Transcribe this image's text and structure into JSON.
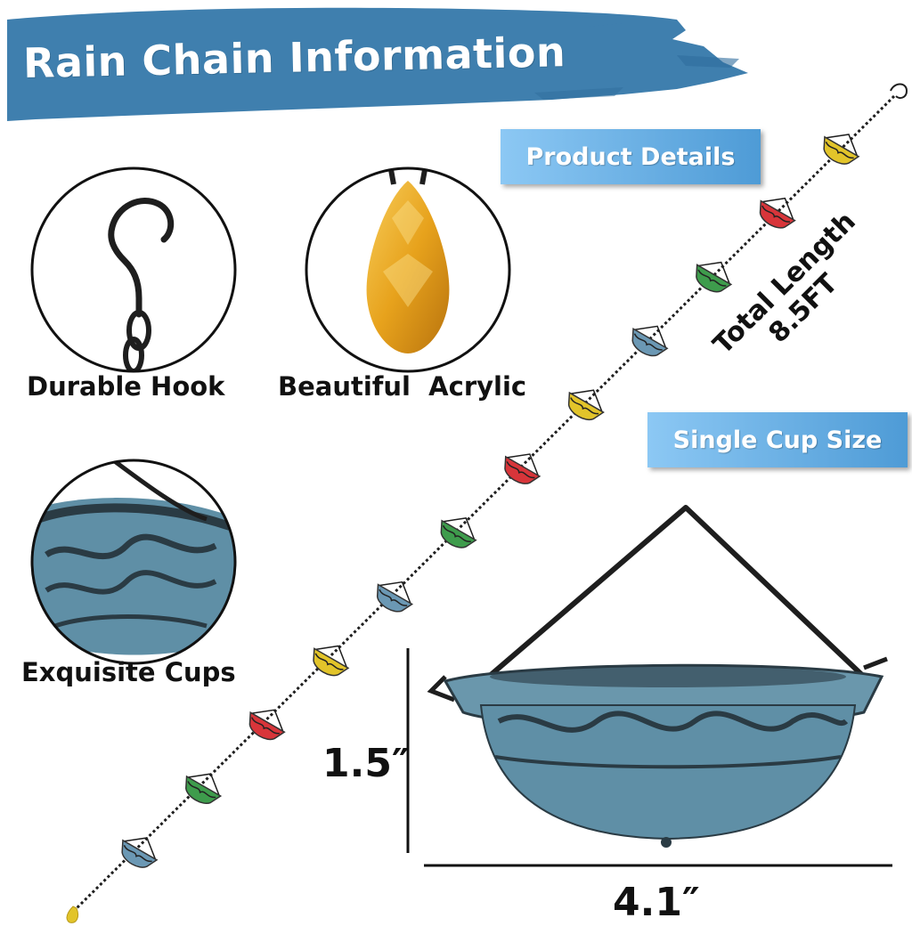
{
  "banner": {
    "title": "Rain Chain Information"
  },
  "badges": {
    "product_details": "Product Details",
    "single_cup_size": "Single Cup Size"
  },
  "features": [
    {
      "label": "Durable Hook",
      "icon": "hook-icon"
    },
    {
      "label": "Beautiful  Acrylic",
      "icon": "acrylic-drop-icon"
    },
    {
      "label": "Exquisite Cups",
      "icon": "cup-detail-icon"
    }
  ],
  "total_length": {
    "line1": "Total Length",
    "line2": "8.5FT"
  },
  "dimensions": {
    "height": "1.5″",
    "width": "4.1″"
  },
  "colors": {
    "banner_blue": "#3f7fae",
    "badge_blue": "#59a6df",
    "cup_yellow": "#e2c42a",
    "cup_red": "#d8353a",
    "cup_green": "#3e9c4c",
    "cup_blue": "#6b98b4",
    "acrylic_amber": "#e7a21c",
    "metal_dark": "#1e1e1e",
    "patina": "#5f8fa6"
  },
  "chain_cups": [
    "yellow",
    "red",
    "green",
    "blue",
    "yellow",
    "red",
    "green",
    "blue",
    "yellow",
    "red",
    "green",
    "blue"
  ]
}
